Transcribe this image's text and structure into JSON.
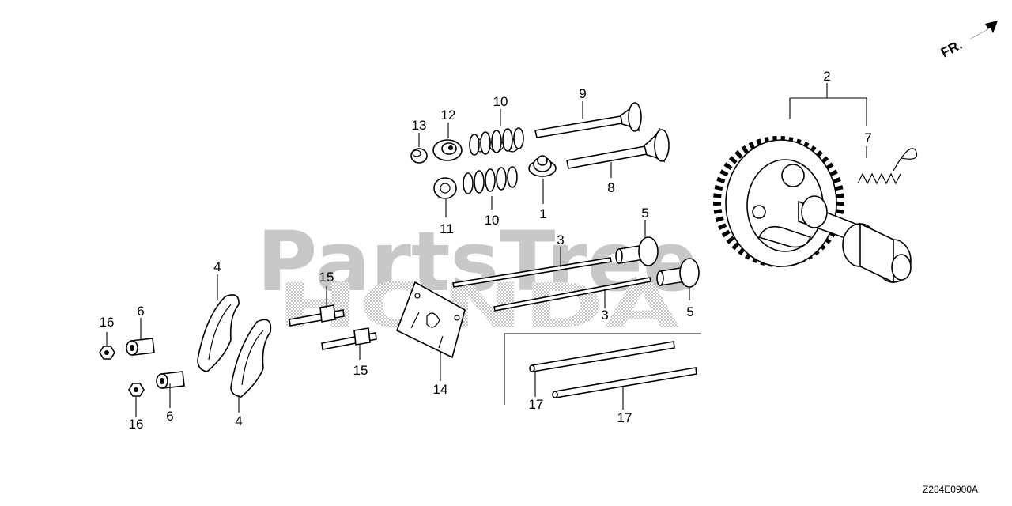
{
  "watermark": {
    "primary": "PartsTree",
    "secondary": "HONDA"
  },
  "orientation": {
    "label": "FR."
  },
  "diagram_code": "Z284E0900A",
  "callouts": {
    "c1": "1",
    "c2": "2",
    "c3a": "3",
    "c3b": "3",
    "c4a": "4",
    "c4b": "4",
    "c5a": "5",
    "c5b": "5",
    "c6a": "6",
    "c6b": "6",
    "c7": "7",
    "c8": "8",
    "c9": "9",
    "c10a": "10",
    "c10b": "10",
    "c11": "11",
    "c12": "12",
    "c13": "13",
    "c14": "14",
    "c15a": "15",
    "c15b": "15",
    "c16a": "16",
    "c16b": "16",
    "c17a": "17",
    "c17b": "17"
  }
}
